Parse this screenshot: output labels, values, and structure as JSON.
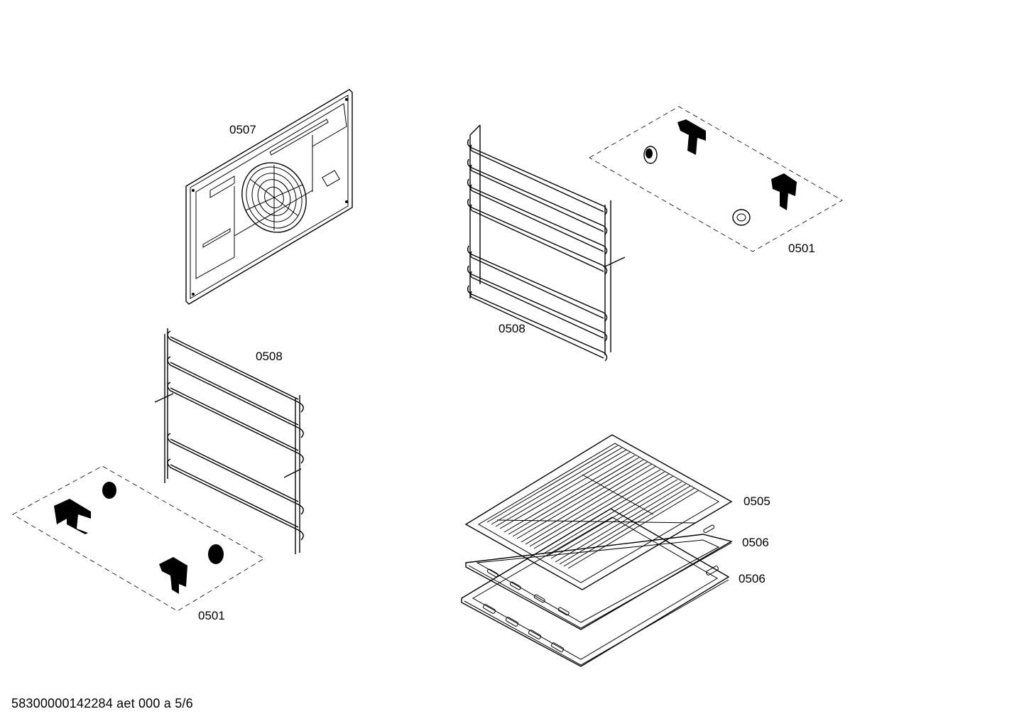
{
  "labels": {
    "back_panel": "0507",
    "rail_left": "0508",
    "rail_right": "0508",
    "clips_right": "0501",
    "clips_left": "0501",
    "rack": "0505",
    "tray_upper": "0506",
    "tray_lower": "0506"
  },
  "footer": {
    "document_code": "58300000142284 aet 000 a 5/6"
  }
}
